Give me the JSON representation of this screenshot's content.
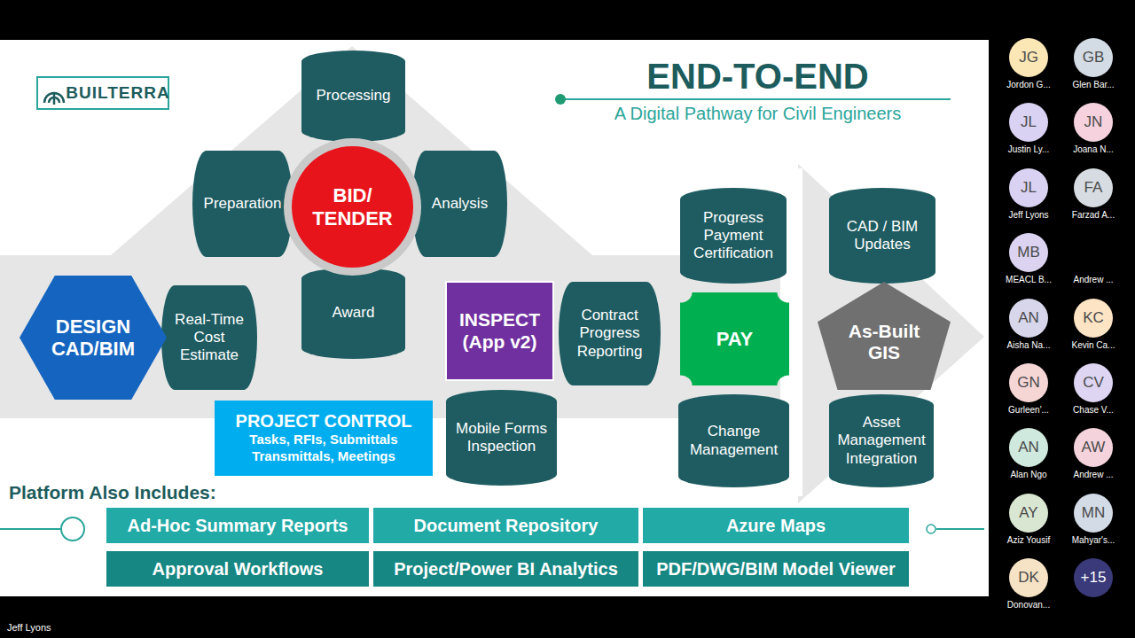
{
  "diagram": {
    "title": "END-TO-END",
    "nodes": [
      {
        "text": [
          "BUILTERRA"
        ]
      },
      {
        "text": [
          "Processing"
        ]
      },
      {
        "text": [
          "Preparation"
        ]
      },
      {
        "text": [
          "BID/ TENDER"
        ]
      },
      {
        "text": [
          "Analysis"
        ]
      },
      {
        "text": [
          "Award"
        ]
      },
      {
        "text": [
          "DESIGN CAD/BIM"
        ]
      },
      {
        "text": [
          "Real-Time Cost Estimate"
        ]
      },
      {
        "text": [
          "PROJECT CONTROL",
          "Tasks, RFIs, Submittals Transmittals, Meetings"
        ]
      },
      {
        "text": [
          "INSPECT (App v2)"
        ]
      },
      {
        "text": [
          "Contract Progress Reporting"
        ]
      },
      {
        "text": [
          "Mobile Forms Inspection"
        ]
      },
      {
        "text": [
          "Progress Payment Certification"
        ]
      },
      {
        "text": [
          "PAY"
        ]
      },
      {
        "text": [
          "Change Management"
        ]
      },
      {
        "text": [
          "CAD / BIM Updates"
        ]
      },
      {
        "text": [
          "As-Built GIS"
        ]
      },
      {
        "text": [
          "Asset Management Integration"
        ]
      },
      {
        "text": [
          "Ad-Hoc Summary Reports"
        ]
      },
      {
        "text": [
          "Document Repository"
        ]
      },
      {
        "text": [
          "Azure Maps"
        ]
      },
      {
        "text": [
          "Approval Workflows"
        ]
      },
      {
        "text": [
          "Project/Power BI Analytics"
        ]
      },
      {
        "text": [
          "PDF/DWG/BIM Model Viewer"
        ]
      },
      {
        "text": [
          "JG",
          "Jordon G..."
        ]
      },
      {
        "text": [
          "GB",
          "Glen Bar..."
        ]
      },
      {
        "text": [
          "JL",
          "Justin Ly..."
        ]
      },
      {
        "text": [
          "JN",
          "Joana N..."
        ]
      },
      {
        "text": [
          "JL",
          "Jeff Lyons"
        ]
      },
      {
        "text": [
          "FA",
          "Farzad A..."
        ]
      },
      {
        "text": [
          "MB",
          "MEACL B..."
        ]
      },
      {
        "text": [
          "Andrew ..."
        ]
      },
      {
        "text": [
          "AN",
          "Aisha Na..."
        ]
      },
      {
        "text": [
          "KC",
          "Kevin Ca..."
        ]
      },
      {
        "text": [
          "GN",
          "Gurleen'..."
        ]
      },
      {
        "text": [
          "CV",
          "Chase V..."
        ]
      },
      {
        "text": [
          "AN",
          "Alan Ngo"
        ]
      },
      {
        "text": [
          "AW",
          "Andrew ..."
        ]
      },
      {
        "text": [
          "AY",
          "Aziz Yousif"
        ]
      },
      {
        "text": [
          "MN",
          "Mahyar's..."
        ]
      },
      {
        "text": [
          "DK",
          "Donovan..."
        ]
      },
      {
        "text": [
          "+15"
        ]
      }
    ],
    "labels": [
      "A Digital Pathway for Civil Engineers",
      "Platform Also Includes:",
      "Jeff Lyons"
    ]
  }
}
